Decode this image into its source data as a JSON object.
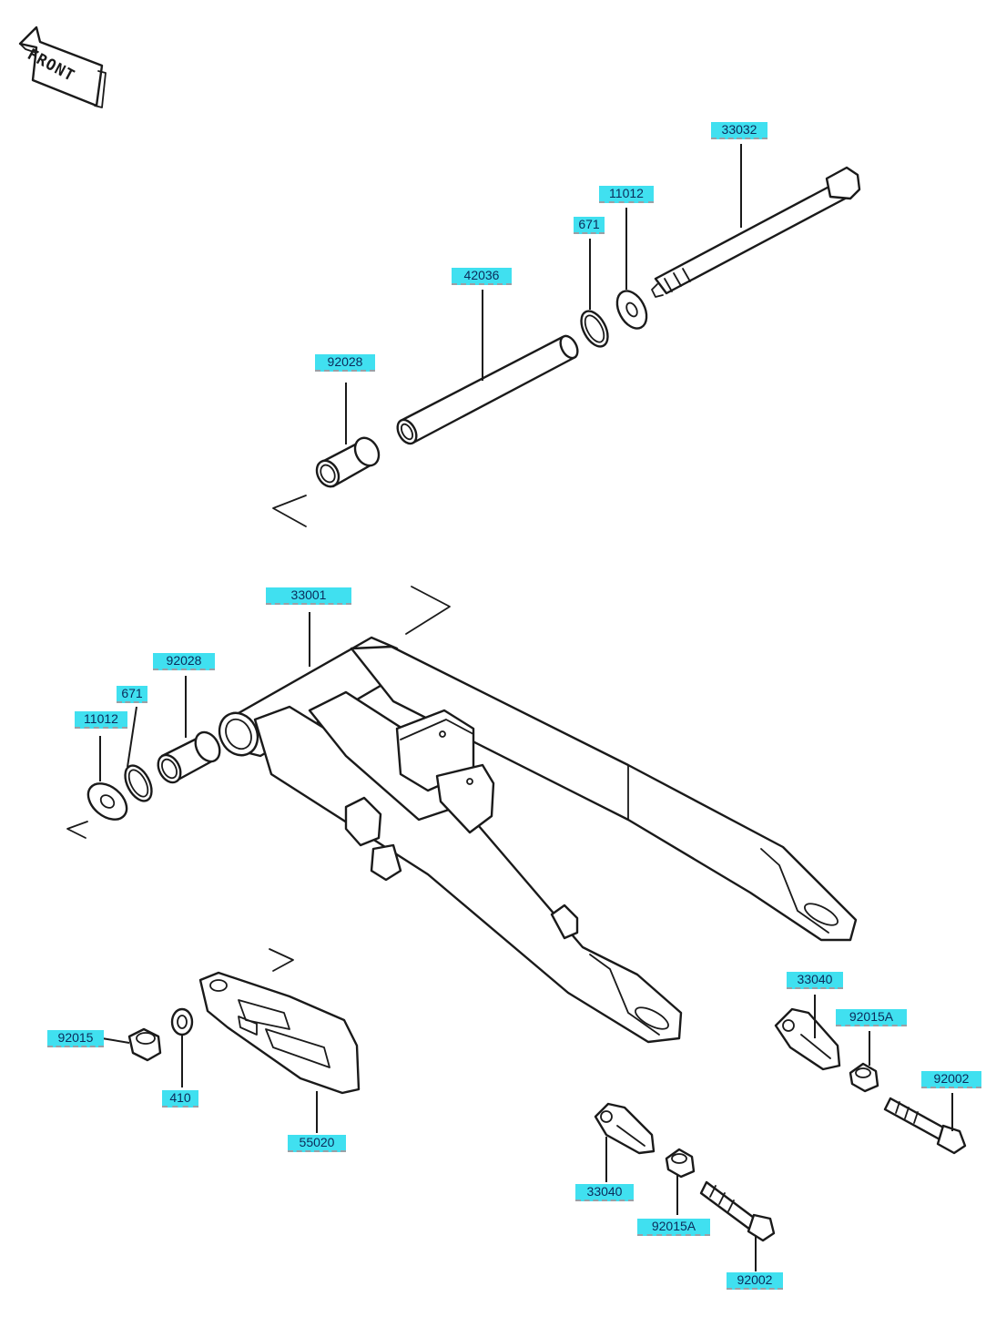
{
  "front_arrow": {
    "label": "FRONT",
    "icon": "front-arrow-icon"
  },
  "callouts": [
    {
      "id": "c-33032",
      "part": "33032"
    },
    {
      "id": "c-11012-top",
      "part": "11012"
    },
    {
      "id": "c-671-top",
      "part": "671"
    },
    {
      "id": "c-42036",
      "part": "42036"
    },
    {
      "id": "c-92028-top",
      "part": "92028"
    },
    {
      "id": "c-33001",
      "part": "33001"
    },
    {
      "id": "c-92028-left",
      "part": "92028"
    },
    {
      "id": "c-671-left",
      "part": "671"
    },
    {
      "id": "c-11012-left",
      "part": "11012"
    },
    {
      "id": "c-33040-right",
      "part": "33040"
    },
    {
      "id": "c-92015A-right",
      "part": "92015A"
    },
    {
      "id": "c-92002-right",
      "part": "92002"
    },
    {
      "id": "c-92015",
      "part": "92015"
    },
    {
      "id": "c-410",
      "part": "410"
    },
    {
      "id": "c-55020",
      "part": "55020"
    },
    {
      "id": "c-33040-bottom",
      "part": "33040"
    },
    {
      "id": "c-92015A-bottom",
      "part": "92015A"
    },
    {
      "id": "c-92002-bottom",
      "part": "92002"
    }
  ],
  "colors": {
    "callout_bg": "#40e0f0",
    "callout_text": "#0b2b5a",
    "line": "#1a1a1a"
  }
}
